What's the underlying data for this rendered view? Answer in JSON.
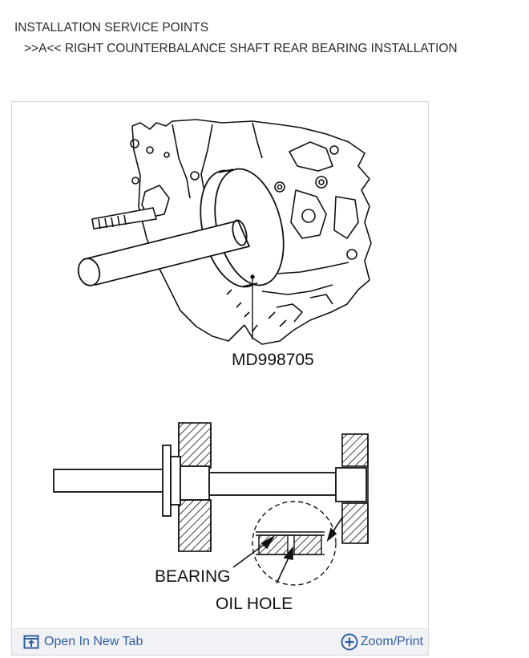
{
  "header": {
    "title": "INSTALLATION SERVICE POINTS",
    "subtitle": ">>A<< RIGHT COUNTERBALANCE SHAFT REAR BEARING INSTALLATION"
  },
  "figure": {
    "tool_label": "MD998705",
    "bearing_label": "BEARING",
    "oil_hole_label": "OIL HOLE"
  },
  "toolbar": {
    "open_label": "Open In New Tab",
    "zoom_label": "Zoom/Print",
    "open_icon": "open-in-new-tab-icon",
    "zoom_icon": "zoom-plus-icon"
  },
  "colors": {
    "link": "#2f5f9e",
    "toolbar_bg": "#f0f2f5",
    "line": "#111111"
  }
}
